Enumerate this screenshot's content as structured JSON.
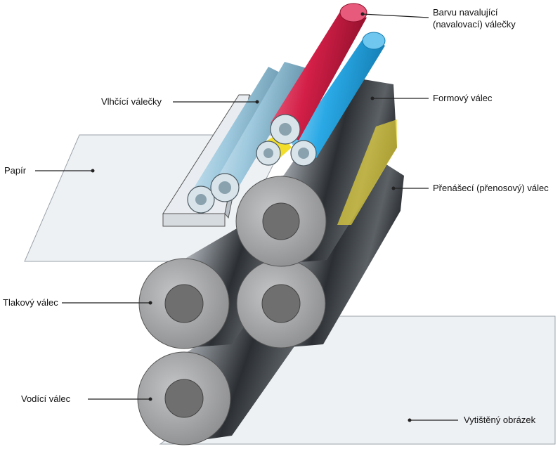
{
  "labels": {
    "ink_rollers_line1": "Barvu navalující",
    "ink_rollers_line2": "(navalovací) válečky",
    "dampening_rollers": "Vlhčící válečky",
    "plate_cylinder": "Formový válec",
    "paper": "Papír",
    "blanket_cylinder": "Přenášecí (přenosový) válec",
    "impression_cylinder": "Tlakový válec",
    "guide_roller": "Vodící válec",
    "printed_image": "Vytištěný obrázek"
  },
  "colors": {
    "ink_roller_magenta": "#d4204a",
    "ink_roller_cyan": "#2aa9e6",
    "ink_roller_yellow": "#f5e21c",
    "dampening_roller": "#9ec9de",
    "cylinder_face": "#9a9a9a",
    "cylinder_core": "#6f6f6f",
    "paper": "#eef1f4"
  }
}
